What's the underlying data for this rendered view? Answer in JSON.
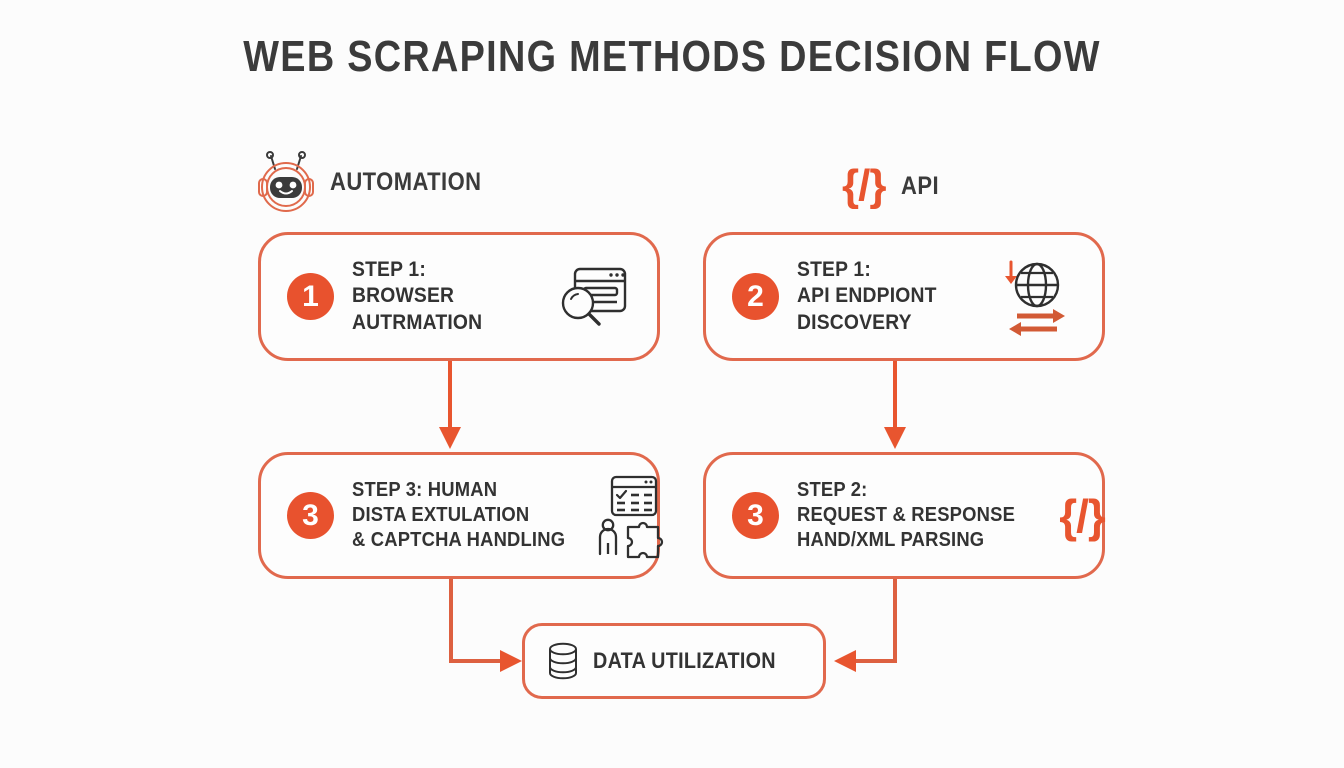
{
  "title": "WEB SCRAPING METHODS DECISION FLOW",
  "colors": {
    "accent": "#E8522E",
    "border": "#E1694D",
    "ink": "#333333",
    "background": "#FCFCFC"
  },
  "columns": [
    {
      "id": "automation",
      "label": "AUTOMATION",
      "icon": "robot-icon"
    },
    {
      "id": "api",
      "label": "API",
      "icon": "code-braces-icon",
      "icon_text": "{/}"
    }
  ],
  "cards": [
    {
      "badge": "1",
      "line1": "STEP 1:",
      "line2": "BROWSER",
      "line3": "AUTRMATION",
      "icon": "browser-search-icon"
    },
    {
      "badge": "2",
      "line1": "STEP 1:",
      "line2": "API ENDPIONT",
      "line3": "DISCOVERY",
      "icon": "globe-exchange-icon"
    },
    {
      "badge": "3",
      "line1": "STEP 3: HUMAN",
      "line2": "DISTA EXTULATION",
      "line3": "& CAPTCHA HANDLING",
      "icon": "form-person-puzzle-icon"
    },
    {
      "badge": "3",
      "line1": "STEP 2:",
      "line2": "REQUEST & RESPONSE",
      "line3": "HAND/XML PARSING",
      "icon": "code-braces-icon",
      "icon_text": "{/}"
    }
  ],
  "result": {
    "label": "DATA UTILIZATION",
    "icon": "database-icon"
  },
  "connectors": [
    {
      "id": "left-down",
      "from": "card-1",
      "to": "card-3",
      "direction": "down"
    },
    {
      "id": "right-down",
      "from": "card-2",
      "to": "card-4",
      "direction": "down"
    },
    {
      "id": "left-elbow",
      "from": "card-3",
      "to": "result-box",
      "direction": "right"
    },
    {
      "id": "right-elbow",
      "from": "card-4",
      "to": "result-box",
      "direction": "left"
    }
  ]
}
